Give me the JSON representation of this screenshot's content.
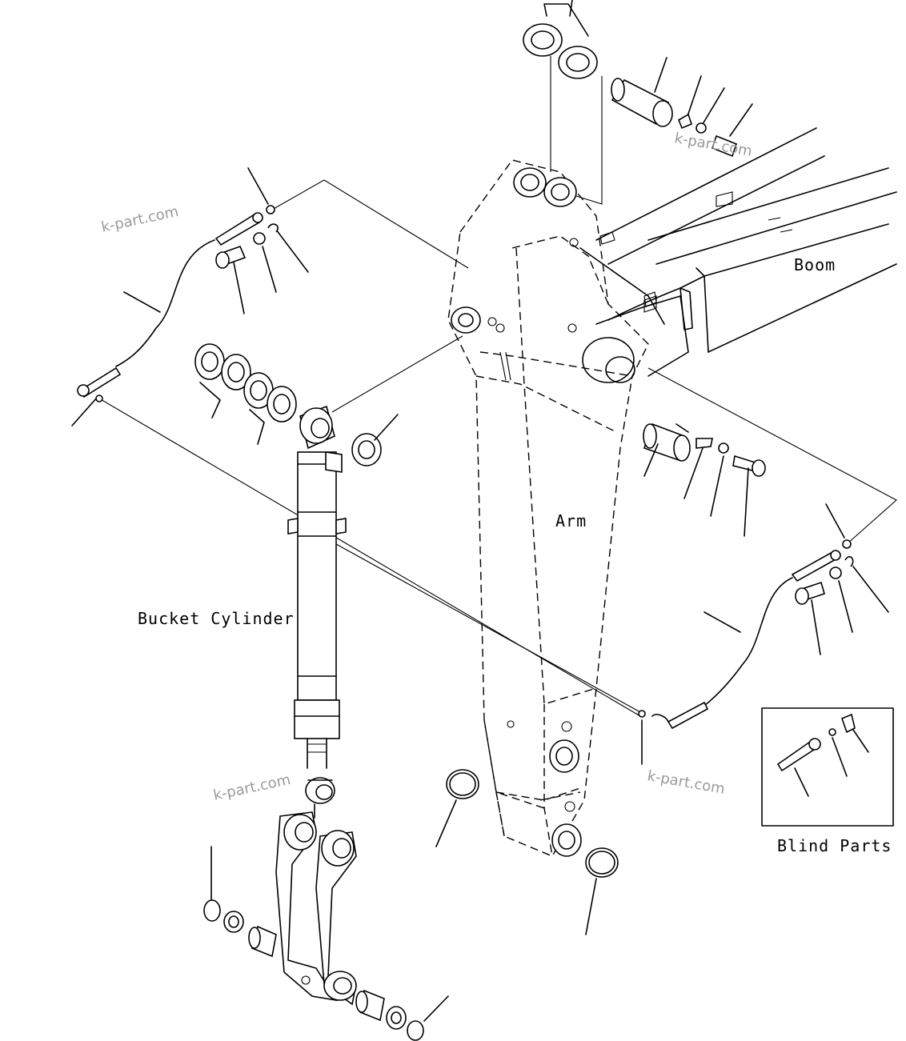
{
  "labels": {
    "boom": "Boom",
    "arm": "Arm",
    "bucket_cylinder": "Bucket Cylinder",
    "blind_parts": "Blind Parts"
  },
  "watermarks": [
    "k-part.com",
    "k-part.com",
    "k-part.com",
    "k-part.com"
  ]
}
